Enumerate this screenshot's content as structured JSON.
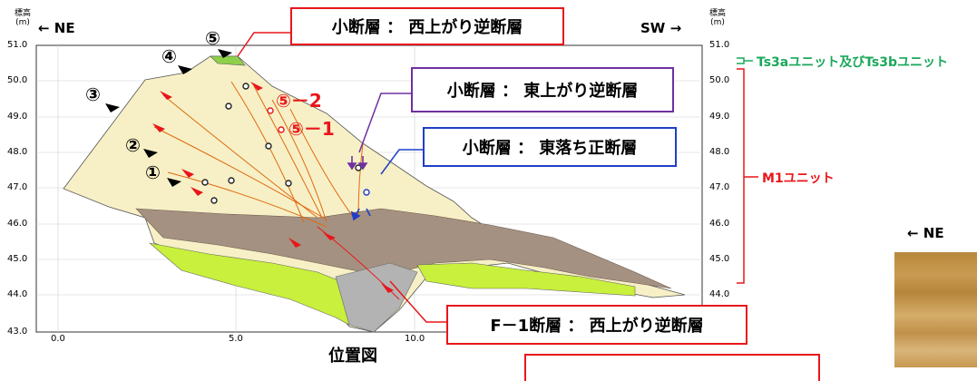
{
  "left_axis": {
    "title": "標高",
    "unit": "(m)",
    "direction": "← NE"
  },
  "right_axis": {
    "title": "標高",
    "unit": "(m)",
    "direction": "SW →"
  },
  "y_ticks": [
    "51.0",
    "50.0",
    "49.0",
    "48.0",
    "47.0",
    "46.0",
    "45.0",
    "44.0",
    "43.0"
  ],
  "x_ticks": [
    "0.0",
    "5.0",
    "10.0"
  ],
  "map_caption": "位置図",
  "markers": [
    "①",
    "②",
    "③",
    "④",
    "⑤"
  ],
  "sample_labels": {
    "s5_2": "⑤－2",
    "s5_1": "⑤－1"
  },
  "callouts": {
    "west_reverse": "小断層 ： 西上がり逆断層",
    "east_reverse": "小断層 ： 東上がり逆断層",
    "east_normal": "小断層 ： 東落ち正断層",
    "f1": "F－1断層 ： 西上がり逆断層",
    "bottom_box": ""
  },
  "units": {
    "ts3": "Ts3aユニット及びTs3bユニット",
    "m1": "M1ユニット"
  },
  "photo_panel": {
    "direction": "← NE"
  },
  "colors": {
    "red": "#e8161a",
    "purple": "#7030a0",
    "blue": "#1f3fc7",
    "green": "#1aa85a",
    "yellow_green": "#c8f03c",
    "cream": "#f7f0c6",
    "brown": "#a08a7a"
  }
}
